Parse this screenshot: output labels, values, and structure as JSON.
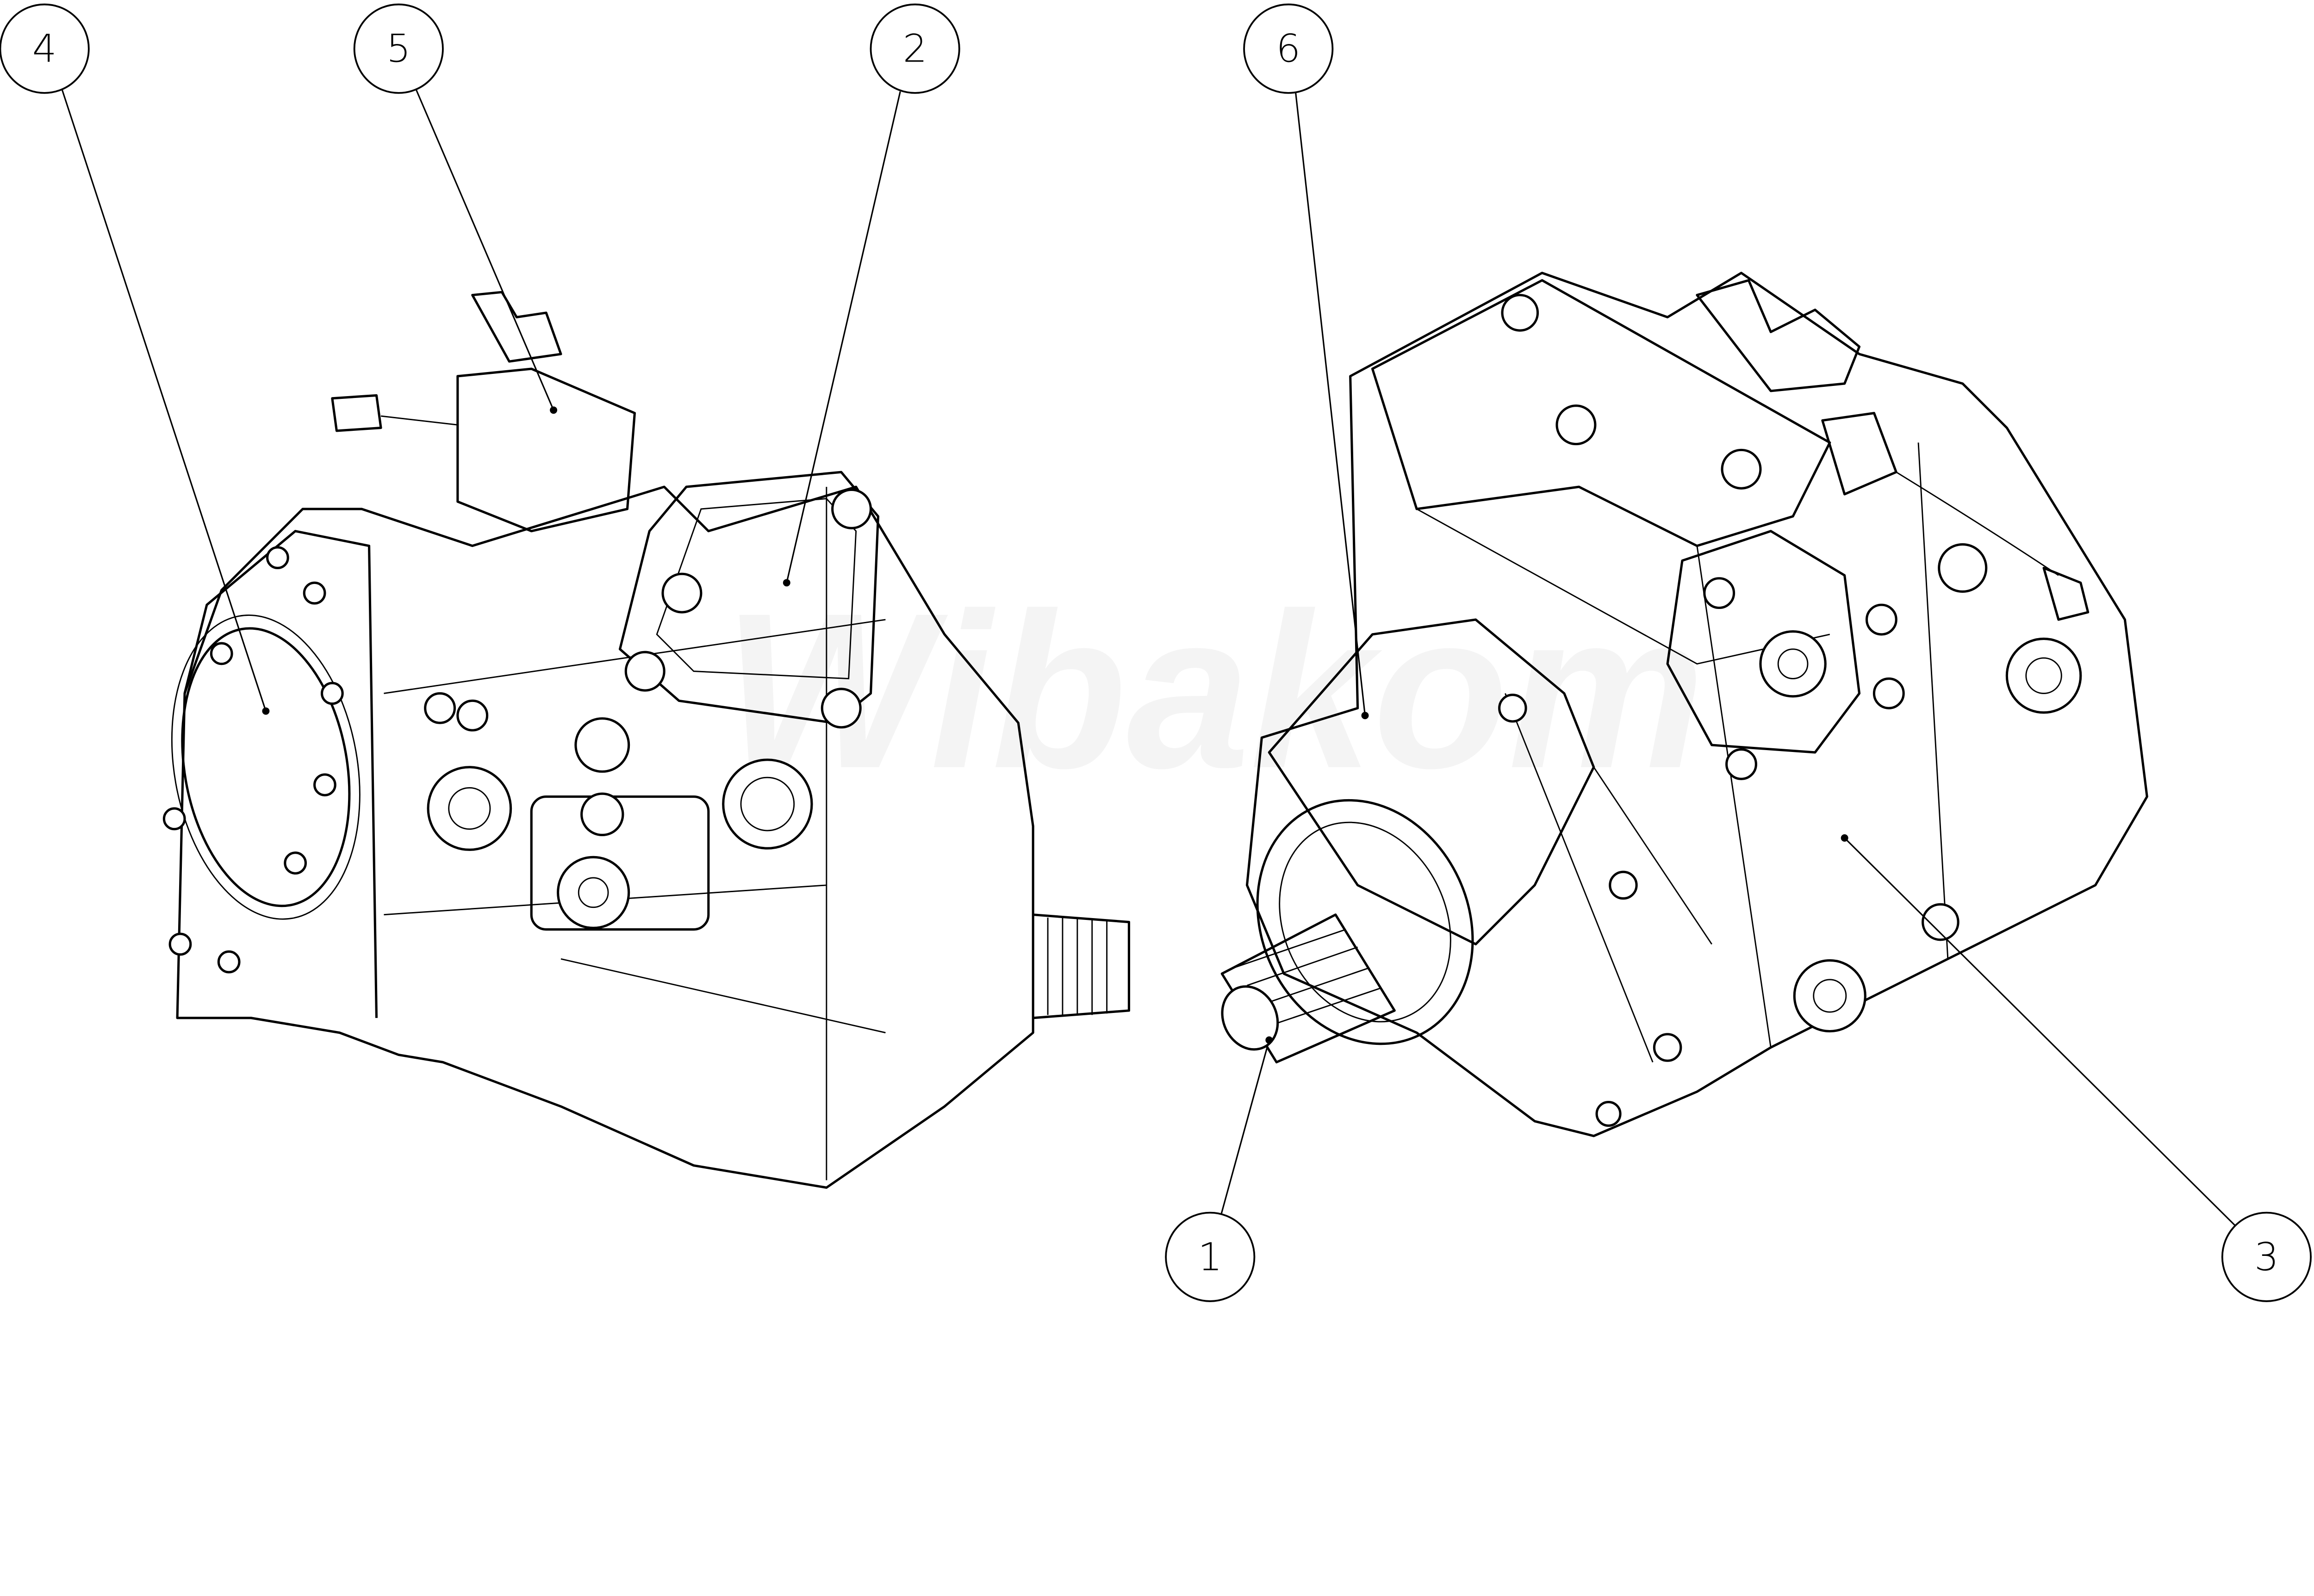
{
  "watermark": "Wibakom",
  "callouts": [
    {
      "label": "1"
    },
    {
      "label": "2"
    },
    {
      "label": "3"
    },
    {
      "label": "4"
    },
    {
      "label": "5"
    },
    {
      "label": "6"
    }
  ],
  "colors": {
    "line": "#000000",
    "background": "#ffffff"
  }
}
